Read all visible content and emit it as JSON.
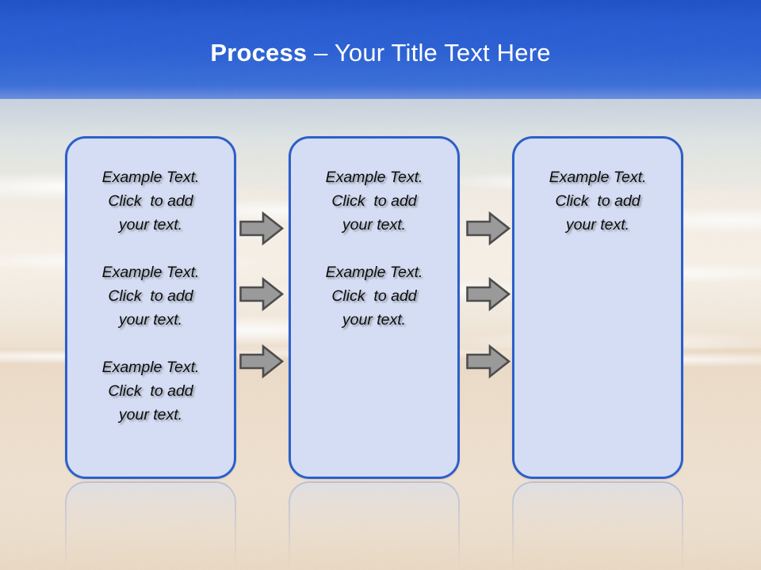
{
  "slide": {
    "title": {
      "strong": "Process",
      "rest": " – Your Title Text Here"
    },
    "theme": {
      "sky_blue": "#255ad0",
      "box_fill": "#d4ddf4",
      "box_border": "#2d5fc9",
      "arrow_fill": "#9a9a9a",
      "arrow_border": "#4d4d4d",
      "title_color": "#ffffff",
      "body_text_color": "#0d0d0d",
      "sand": "#eedfcd"
    },
    "stages": [
      {
        "name": "stage-1",
        "paragraphs": [
          "Example Text.\nClick  to add\nyour text.",
          "Example Text.\nClick  to add\nyour text.",
          "Example Text.\nClick  to add\nyour text."
        ]
      },
      {
        "name": "stage-2",
        "paragraphs": [
          "Example Text.\nClick  to add\nyour text.",
          "Example Text.\nClick  to add\nyour text."
        ]
      },
      {
        "name": "stage-3",
        "paragraphs": [
          "Example Text.\nClick  to add\nyour text."
        ]
      }
    ],
    "connectors": [
      {
        "name": "arrow-1-to-2-top",
        "icon": "arrow-right-icon"
      },
      {
        "name": "arrow-1-to-2-middle",
        "icon": "arrow-right-icon"
      },
      {
        "name": "arrow-1-to-2-bottom",
        "icon": "arrow-right-icon"
      },
      {
        "name": "arrow-2-to-3-top",
        "icon": "arrow-right-icon"
      },
      {
        "name": "arrow-2-to-3-middle",
        "icon": "arrow-right-icon"
      },
      {
        "name": "arrow-2-to-3-bottom",
        "icon": "arrow-right-icon"
      }
    ]
  }
}
